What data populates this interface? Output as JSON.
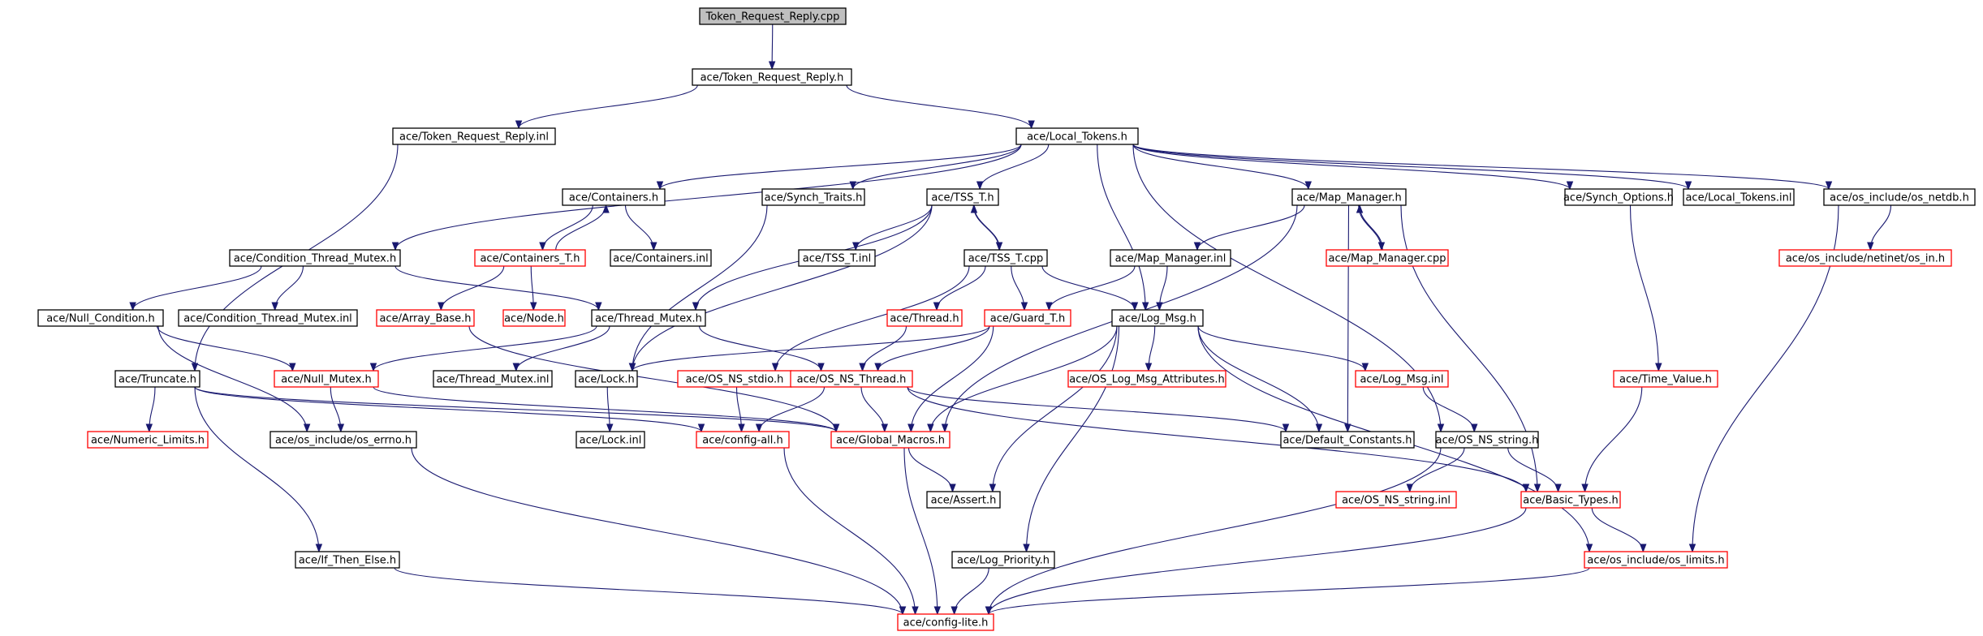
{
  "diagram": {
    "title": "Token_Request_Reply.cpp",
    "colors": {
      "edge": "#191970",
      "box_border": "#000000",
      "missing_border": "#ff0000",
      "root_fill": "#bfbfbf",
      "background": "#ffffff"
    },
    "nodes": [
      {
        "id": "token_request_reply_cpp",
        "label": "Token_Request_Reply.cpp",
        "style": "root"
      },
      {
        "id": "token_request_reply_h",
        "label": "ace/Token_Request_Reply.h",
        "style": "normal"
      },
      {
        "id": "token_request_reply_inl",
        "label": "ace/Token_Request_Reply.inl",
        "style": "normal"
      },
      {
        "id": "local_tokens_h",
        "label": "ace/Local_Tokens.h",
        "style": "normal"
      },
      {
        "id": "containers_h",
        "label": "ace/Containers.h",
        "style": "normal"
      },
      {
        "id": "synch_traits_h",
        "label": "ace/Synch_Traits.h",
        "style": "normal"
      },
      {
        "id": "tss_t_h",
        "label": "ace/TSS_T.h",
        "style": "normal"
      },
      {
        "id": "map_manager_h",
        "label": "ace/Map_Manager.h",
        "style": "normal"
      },
      {
        "id": "synch_options_h",
        "label": "ace/Synch_Options.h",
        "style": "normal"
      },
      {
        "id": "local_tokens_inl",
        "label": "ace/Local_Tokens.inl",
        "style": "normal"
      },
      {
        "id": "os_netdb_h",
        "label": "ace/os_include/os_netdb.h",
        "style": "normal"
      },
      {
        "id": "condition_thread_mutex_h",
        "label": "ace/Condition_Thread_Mutex.h",
        "style": "normal"
      },
      {
        "id": "containers_t_h",
        "label": "ace/Containers_T.h",
        "style": "red"
      },
      {
        "id": "containers_inl",
        "label": "ace/Containers.inl",
        "style": "normal"
      },
      {
        "id": "tss_t_inl",
        "label": "ace/TSS_T.inl",
        "style": "normal"
      },
      {
        "id": "tss_t_cpp",
        "label": "ace/TSS_T.cpp",
        "style": "normal"
      },
      {
        "id": "map_manager_inl",
        "label": "ace/Map_Manager.inl",
        "style": "normal"
      },
      {
        "id": "map_manager_cpp",
        "label": "ace/Map_Manager.cpp",
        "style": "red"
      },
      {
        "id": "netinet_in_h",
        "label": "ace/os_include/netinet/os_in.h",
        "style": "red"
      },
      {
        "id": "null_condition_h",
        "label": "ace/Null_Condition.h",
        "style": "normal"
      },
      {
        "id": "condition_thread_mutex_inl",
        "label": "ace/Condition_Thread_Mutex.inl",
        "style": "normal"
      },
      {
        "id": "array_base_h",
        "label": "ace/Array_Base.h",
        "style": "red"
      },
      {
        "id": "node_h",
        "label": "ace/Node.h",
        "style": "red"
      },
      {
        "id": "thread_mutex_h",
        "label": "ace/Thread_Mutex.h",
        "style": "normal"
      },
      {
        "id": "thread_h",
        "label": "ace/Thread.h",
        "style": "red"
      },
      {
        "id": "guard_t_h",
        "label": "ace/Guard_T.h",
        "style": "red"
      },
      {
        "id": "log_msg_h",
        "label": "ace/Log_Msg.h",
        "style": "normal"
      },
      {
        "id": "truncate_h",
        "label": "ace/Truncate.h",
        "style": "normal"
      },
      {
        "id": "null_mutex_h",
        "label": "ace/Null_Mutex.h",
        "style": "red"
      },
      {
        "id": "thread_mutex_inl",
        "label": "ace/Thread_Mutex.inl",
        "style": "normal"
      },
      {
        "id": "lock_h",
        "label": "ace/Lock.h",
        "style": "normal"
      },
      {
        "id": "os_ns_stdio_h",
        "label": "ace/OS_NS_stdio.h",
        "style": "red"
      },
      {
        "id": "os_ns_thread_h",
        "label": "ace/OS_NS_Thread.h",
        "style": "red"
      },
      {
        "id": "os_log_msg_attributes_h",
        "label": "ace/OS_Log_Msg_Attributes.h",
        "style": "red"
      },
      {
        "id": "log_msg_inl",
        "label": "ace/Log_Msg.inl",
        "style": "red"
      },
      {
        "id": "time_value_h",
        "label": "ace/Time_Value.h",
        "style": "red"
      },
      {
        "id": "numeric_limits_h",
        "label": "ace/Numeric_Limits.h",
        "style": "red"
      },
      {
        "id": "os_errno_h",
        "label": "ace/os_include/os_errno.h",
        "style": "normal"
      },
      {
        "id": "lock_inl",
        "label": "ace/Lock.inl",
        "style": "normal"
      },
      {
        "id": "config_all_h",
        "label": "ace/config-all.h",
        "style": "red"
      },
      {
        "id": "global_macros_h",
        "label": "ace/Global_Macros.h",
        "style": "red"
      },
      {
        "id": "default_constants_h",
        "label": "ace/Default_Constants.h",
        "style": "normal"
      },
      {
        "id": "os_ns_string_h",
        "label": "ace/OS_NS_string.h",
        "style": "normal"
      },
      {
        "id": "assert_h",
        "label": "ace/Assert.h",
        "style": "normal"
      },
      {
        "id": "os_ns_string_inl",
        "label": "ace/OS_NS_string.inl",
        "style": "red"
      },
      {
        "id": "basic_types_h",
        "label": "ace/Basic_Types.h",
        "style": "red"
      },
      {
        "id": "if_then_else_h",
        "label": "ace/If_Then_Else.h",
        "style": "normal"
      },
      {
        "id": "log_priority_h",
        "label": "ace/Log_Priority.h",
        "style": "normal"
      },
      {
        "id": "os_limits_h",
        "label": "ace/os_include/os_limits.h",
        "style": "red"
      },
      {
        "id": "config_lite_h",
        "label": "ace/config-lite.h",
        "style": "red"
      }
    ],
    "edges": [
      [
        "token_request_reply_cpp",
        "token_request_reply_h"
      ],
      [
        "token_request_reply_h",
        "token_request_reply_inl"
      ],
      [
        "token_request_reply_h",
        "local_tokens_h"
      ],
      [
        "token_request_reply_inl",
        "truncate_h"
      ],
      [
        "local_tokens_h",
        "condition_thread_mutex_h"
      ],
      [
        "local_tokens_h",
        "containers_h"
      ],
      [
        "local_tokens_h",
        "synch_traits_h"
      ],
      [
        "local_tokens_h",
        "tss_t_h"
      ],
      [
        "local_tokens_h",
        "map_manager_h"
      ],
      [
        "local_tokens_h",
        "synch_options_h"
      ],
      [
        "local_tokens_h",
        "local_tokens_inl"
      ],
      [
        "local_tokens_h",
        "os_netdb_h"
      ],
      [
        "local_tokens_h",
        "log_msg_h"
      ],
      [
        "local_tokens_h",
        "os_ns_string_h"
      ],
      [
        "containers_h",
        "containers_t_h"
      ],
      [
        "containers_h",
        "containers_inl"
      ],
      [
        "containers_t_h",
        "containers_h"
      ],
      [
        "containers_t_h",
        "array_base_h"
      ],
      [
        "containers_t_h",
        "node_h"
      ],
      [
        "synch_traits_h",
        "lock_h"
      ],
      [
        "tss_t_h",
        "tss_t_inl"
      ],
      [
        "tss_t_h",
        "tss_t_cpp"
      ],
      [
        "tss_t_h",
        "thread_mutex_h"
      ],
      [
        "tss_t_h",
        "lock_h"
      ],
      [
        "tss_t_cpp",
        "tss_t_h"
      ],
      [
        "tss_t_cpp",
        "thread_h"
      ],
      [
        "tss_t_cpp",
        "guard_t_h"
      ],
      [
        "tss_t_cpp",
        "log_msg_h"
      ],
      [
        "tss_t_cpp",
        "os_ns_stdio_h"
      ],
      [
        "map_manager_h",
        "map_manager_inl"
      ],
      [
        "map_manager_h",
        "map_manager_cpp"
      ],
      [
        "map_manager_h",
        "global_macros_h"
      ],
      [
        "map_manager_h",
        "default_constants_h"
      ],
      [
        "map_manager_h",
        "basic_types_h"
      ],
      [
        "map_manager_cpp",
        "map_manager_h"
      ],
      [
        "map_manager_inl",
        "guard_t_h"
      ],
      [
        "map_manager_inl",
        "log_msg_h"
      ],
      [
        "synch_options_h",
        "time_value_h"
      ],
      [
        "os_netdb_h",
        "netinet_in_h"
      ],
      [
        "os_netdb_h",
        "os_limits_h"
      ],
      [
        "condition_thread_mutex_h",
        "null_condition_h"
      ],
      [
        "condition_thread_mutex_h",
        "condition_thread_mutex_inl"
      ],
      [
        "condition_thread_mutex_h",
        "thread_mutex_h"
      ],
      [
        "null_condition_h",
        "null_mutex_h"
      ],
      [
        "null_condition_h",
        "os_errno_h"
      ],
      [
        "array_base_h",
        "global_macros_h"
      ],
      [
        "thread_mutex_h",
        "null_mutex_h"
      ],
      [
        "thread_mutex_h",
        "thread_mutex_inl"
      ],
      [
        "thread_mutex_h",
        "os_ns_thread_h"
      ],
      [
        "thread_h",
        "os_ns_thread_h"
      ],
      [
        "guard_t_h",
        "lock_h"
      ],
      [
        "guard_t_h",
        "os_ns_thread_h"
      ],
      [
        "guard_t_h",
        "global_macros_h"
      ],
      [
        "log_msg_h",
        "os_log_msg_attributes_h"
      ],
      [
        "log_msg_h",
        "log_msg_inl"
      ],
      [
        "log_msg_h",
        "default_constants_h"
      ],
      [
        "log_msg_h",
        "global_macros_h"
      ],
      [
        "log_msg_h",
        "assert_h"
      ],
      [
        "log_msg_h",
        "log_priority_h"
      ],
      [
        "log_msg_h",
        "os_limits_h"
      ],
      [
        "truncate_h",
        "numeric_limits_h"
      ],
      [
        "truncate_h",
        "if_then_else_h"
      ],
      [
        "truncate_h",
        "config_all_h"
      ],
      [
        "truncate_h",
        "global_macros_h"
      ],
      [
        "null_mutex_h",
        "os_errno_h"
      ],
      [
        "null_mutex_h",
        "global_macros_h"
      ],
      [
        "lock_h",
        "lock_inl"
      ],
      [
        "os_ns_stdio_h",
        "config_all_h"
      ],
      [
        "os_ns_thread_h",
        "config_all_h"
      ],
      [
        "os_ns_thread_h",
        "global_macros_h"
      ],
      [
        "os_ns_thread_h",
        "default_constants_h"
      ],
      [
        "os_ns_thread_h",
        "basic_types_h"
      ],
      [
        "log_msg_inl",
        "os_ns_string_h"
      ],
      [
        "time_value_h",
        "basic_types_h"
      ],
      [
        "os_errno_h",
        "config_lite_h"
      ],
      [
        "config_all_h",
        "config_lite_h"
      ],
      [
        "global_macros_h",
        "assert_h"
      ],
      [
        "global_macros_h",
        "config_lite_h"
      ],
      [
        "os_ns_string_h",
        "os_ns_string_inl"
      ],
      [
        "os_ns_string_h",
        "basic_types_h"
      ],
      [
        "os_ns_string_h",
        "config_lite_h"
      ],
      [
        "basic_types_h",
        "os_limits_h"
      ],
      [
        "basic_types_h",
        "config_lite_h"
      ],
      [
        "if_then_else_h",
        "config_lite_h"
      ],
      [
        "log_priority_h",
        "config_lite_h"
      ],
      [
        "os_limits_h",
        "config_lite_h"
      ]
    ]
  }
}
